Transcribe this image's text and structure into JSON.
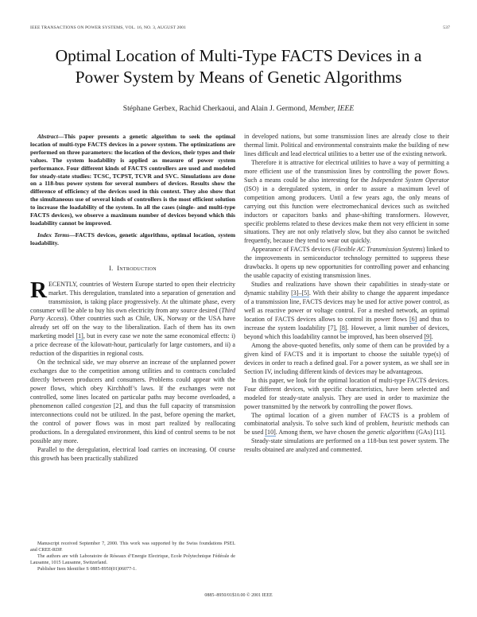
{
  "running_head": {
    "journal": "IEEE TRANSACTIONS ON POWER SYSTEMS, VOL. 16, NO. 3, AUGUST 2001",
    "page_number": "537"
  },
  "title": {
    "line1": "Optimal Location of Multi-Type FACTS Devices in a",
    "line2": "Power System by Means of Genetic Algorithms"
  },
  "authors": {
    "names": "Stéphane Gerbex, Rachid Cherkaoui, and Alain J. Germond, ",
    "membership": "Member, IEEE"
  },
  "abstract": {
    "label": "Abstract",
    "text": "—This paper presents a genetic algorithm to seek the optimal location of multi-type FACTS devices in a power system. The optimizations are performed on three parameters: the location of the devices, their types and their values. The system loadability is applied as measure of power system performance. Four different kinds of FACTS controllers are used and modeled for steady-state studies: TCSC, TCPST, TCVR and SVC. Simulations are done on a 118-bus power system for several numbers of devices. Results show the difference of efficiency of the devices used in this context. They also show that the simultaneous use of several kinds of controllers is the most efficient solution to increase the loadability of the system. In all the cases (single- and multi-type FACTS devices), we observe a maximum number of devices beyond which this loadability cannot be improved."
  },
  "index_terms": {
    "label": "Index Terms",
    "text": "—FACTS devices, genetic algorithms, optimal location, system loadability."
  },
  "section1": {
    "number": "I.",
    "heading": "Introduction"
  },
  "left_column": {
    "p1": {
      "dropcap": "R",
      "a": "ECENTLY, countries of Western Europe started to open their electricity market. This deregulation, translated into a separation of generation and transmission, is taking place progressively. At the ultimate phase, every consumer will be able to buy his own electricity from any source desired (",
      "i1": "Third Party Access",
      "b": "). Other countries such as Chile, UK, Norway or the USA have already set off on the way to the liberalization. Each of them has its own marketing model ",
      "ref1": "[1]",
      "c": ", but in every case we note the same economical effects: i) a price decrease of the kilowatt-hour, particularly for large customers, and ii) a reduction of the disparities in regional costs."
    },
    "p2": {
      "a": "On the technical side, we may observe an increase of the unplanned power exchanges due to the competition among utilities and to contracts concluded directly between producers and consumers. Problems could appear with the power flows, which obey Kirchhoff’s laws. If the exchanges were not controlled, some lines located on particular paths may become overloaded, a phenomenon called ",
      "i1": "congestion",
      "b": " [2], and thus the full capacity of transmission interconnections could not be utilized. In the past, before opening the market, the control of power flows was in most part realized by reallocating productions. In a deregulated environment, this kind of control seems to be not possible any more."
    },
    "p3": {
      "a": "Parallel to the deregulation, electrical load carries on increasing. Of course this growth has been practically stabilized"
    }
  },
  "right_column": {
    "p1": {
      "a": "in developed nations, but some transmission lines are already close to their thermal limit. Political and environmental constraints make the building of new lines difficult and lead electrical utilities to a better use of the existing network."
    },
    "p2": {
      "a": "Therefore it is attractive for electrical utilities to have a way of permitting a more efficient use of the transmission lines by controlling the power flows. Such a means could be also interesting for the ",
      "i1": "Independent System Operator",
      "b": " (ISO) in a deregulated system, in order to assure a maximum level of competition among producers. Until a few years ago, the only means of carrying out this function were electromechanical devices such as switched inductors or capacitors banks and phase-shifting transformers. However, specific problems related to these devices make them not very efficient in some situations. They are not only relatively slow, but they also cannot be switched frequently, because they tend to wear out quickly."
    },
    "p3": {
      "a": "Appearance of FACTS devices (",
      "i1": "Flexible AC Transmission Systems",
      "b": ") linked to the improvements in semiconductor technology permitted to suppress these drawbacks. It opens up new opportunities for controlling power and enhancing the usable capacity of existing transmission lines."
    },
    "p4": {
      "a": "Studies and realizations have shown their capabilities in steady-state or dynamic stability ",
      "ref1": "[3]–[5]",
      "b": ". With their ability to change the apparent impedance of a transmission line, FACTS devices may be used for active power control, as well as reactive power or voltage control. For a meshed network, an optimal location of FACTS devices allows to control its power flows ",
      "ref2": "[6]",
      "c": " and thus to increase the system loadability [7], ",
      "ref3": "[8]",
      "d": ". However, a limit number of devices, beyond which this loadability cannot be improved, has been observed ",
      "ref4": "[9]",
      "e": "."
    },
    "p5": {
      "a": "Among the above-quoted benefits, only some of them can be provided by a given kind of FACTS and it is important to choose the suitable type(s) of devices in order to reach a defined goal. For a power system, as we shall see in Section IV, including different kinds of devices may be advantageous."
    },
    "p6": {
      "a": "In this paper, we look for the optimal location of multi-type FACTS devices. Four different devices, with specific characteristics, have been selected and modeled for steady-state analysis. They are used in order to maximize the power transmitted by the network by controlling the power flows."
    },
    "p7": {
      "a": "The optimal location of a given number of FACTS is a problem of combinatorial analysis. To solve such kind of problem, ",
      "i1": "heuristic",
      "b": " methods can be used ",
      "ref1": "[10]",
      "c": ". Among them, we have chosen the ",
      "i2": "genetic algorithms",
      "d": " (GAs) [11]."
    },
    "p8": {
      "a": "Steady-state simulations are performed on a 118-bus test power system. The results obtained are analyzed and commented."
    }
  },
  "footnotes": {
    "received": "Manuscript received September 7, 2000. This work was supported by the Swiss foundations PSEL and CREE-RDP.",
    "affiliation": "The authors are with Laboratoire de Réseaux d’Energie Electrique, Ecole Polytechnique Fédérale de Lausanne, 1015 Lausanne, Switzerland.",
    "pii": "Publisher Item Identifier S 0885-8950(01)06077-1."
  },
  "copyright": "0885–8950/01$10.00 © 2001 IEEE",
  "colors": {
    "link_underline": "#7aa7d8",
    "text": "#1a1a1a"
  }
}
